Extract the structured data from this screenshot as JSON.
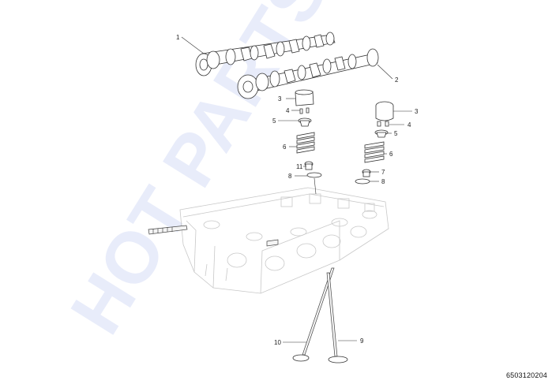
{
  "watermark": "HOT PARTS",
  "diagram_code": "6503120204",
  "callouts": {
    "c1": "1",
    "c2": "2",
    "c3a": "3",
    "c3b": "3",
    "c4a": "4",
    "c4b": "4",
    "c5a": "5",
    "c5b": "5",
    "c6a": "6",
    "c6b": "6",
    "c7": "7",
    "c8a": "8",
    "c8b": "8",
    "c9": "9",
    "c10": "10",
    "c11": "11"
  }
}
